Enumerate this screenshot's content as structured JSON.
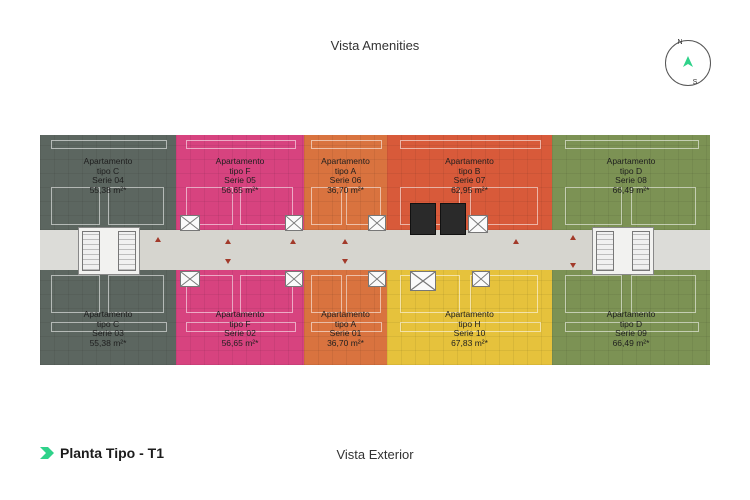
{
  "header": {
    "view_top": "Vista Amenities"
  },
  "footer": {
    "view_bottom": "Vista Exterior",
    "brand_title": "Planta Tipo - T1"
  },
  "compass": {
    "north": "N",
    "south": "S"
  },
  "units": [
    {
      "type": "Apartamento",
      "subtype": "tipo C",
      "series": "Serie 04",
      "area": "55,38 m²*",
      "color": "#5c6660"
    },
    {
      "type": "Apartamento",
      "subtype": "tipo F",
      "series": "Serie 05",
      "area": "56,65 m²*",
      "color": "#d7437f"
    },
    {
      "type": "Apartamento",
      "subtype": "tipo A",
      "series": "Serie 06",
      "area": "36,70 m²*",
      "color": "#d9733f"
    },
    {
      "type": "Apartamento",
      "subtype": "tipo B",
      "series": "Serie 07",
      "area": "62,95 m²*",
      "color": "#d85a3a"
    },
    {
      "type": "Apartamento",
      "subtype": "tipo D",
      "series": "Serie 08",
      "area": "66,49 m²*",
      "color": "#7c9254"
    },
    {
      "type": "Apartamento",
      "subtype": "tipo C",
      "series": "Serie 03",
      "area": "55,38 m²*",
      "color": "#5c6660"
    },
    {
      "type": "Apartamento",
      "subtype": "tipo F",
      "series": "Serie 02",
      "area": "56,65 m²*",
      "color": "#d7437f"
    },
    {
      "type": "Apartamento",
      "subtype": "tipo A",
      "series": "Serie 01",
      "area": "36,70 m²*",
      "color": "#d9733f"
    },
    {
      "type": "Apartamento",
      "subtype": "tipo H",
      "series": "Serie 10",
      "area": "67,83 m²*",
      "color": "#e6c23c"
    },
    {
      "type": "Apartamento",
      "subtype": "tipo D",
      "series": "Serie 09",
      "area": "66,49 m²*",
      "color": "#7c9254"
    }
  ],
  "colors": {
    "brand_green": "#2fd28a",
    "marker": "#a23a2a"
  }
}
